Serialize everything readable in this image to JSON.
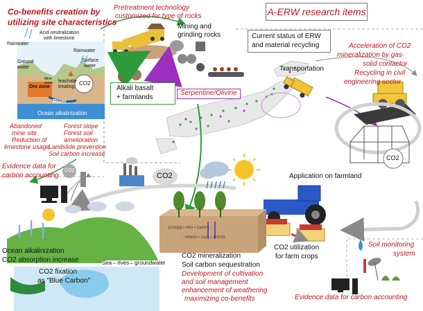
{
  "title": "A-ERW research items",
  "top_left": {
    "heading_line1": "Co-benefits creation by",
    "heading_line2": "utilizing site characteristics",
    "acid_line1": "Acid neutralization",
    "acid_line2": "with limestone",
    "rainwater_left": "Rainwater",
    "rainwater_right": "Rainwater",
    "ground_water_line1": "Ground",
    "ground_water_line2": "water",
    "surface_water_line1": "Surface",
    "surface_water_line2": "water",
    "ore_zone": "Ore zone",
    "mine_water_line1": "Mine",
    "mine_water_line2": "water",
    "leachate_line1": "leachate",
    "leachate_line2": "treating",
    "co2": "CO2",
    "river": "River",
    "ocean": "Ocean alkalinization"
  },
  "abandoned": [
    "Abandoned",
    "mine site",
    "Reduction of",
    "limestone usage"
  ],
  "forest": [
    "Forest slope",
    "Forest soil",
    "amelioration",
    "Landslide prevention",
    "Soil carbon increase"
  ],
  "pretreatment_line1": "Pretreatment technology",
  "pretreatment_line2": "customized for type of rocks",
  "mining_line1": "Mining and",
  "mining_line2": "grinding rocks",
  "current_status_line1": "Current status of ERW",
  "current_status_line2": "and material recycling",
  "alkali_line1": "Alkali basalt",
  "alkali_line2": "+ farmlands",
  "serpentine": "Serpentine/Olivine",
  "transportation": "Transportation",
  "acceleration": [
    "Acceleration of CO2",
    "mineralization by gas-",
    "solid contactor",
    "Recycling in civil",
    "engineering sector"
  ],
  "greenhouse_co2": "CO2",
  "evidence_left_line1": "Evidence data for",
  "evidence_left_line2": "carbon accounting",
  "co2_cloud_left": "CO2",
  "co2_factory": "CO2",
  "application": "Application on farmland",
  "ocean_bottom": [
    "Ocean alkalinization",
    "CO2 absorption increase",
    "CO2 fixation",
    "as \"Blue Carbon\""
  ],
  "sea_rivers": "Sea←rives←groundwater",
  "mineralization_line1": "CO2 mineralization",
  "mineralization_line2": "Soil carbon sequestration",
  "utilization_line1": "CO2 utilization",
  "utilization_line2": "for farm crops",
  "development": [
    "Development of cultivation",
    "and soil management",
    "enhancement of weathering",
    "maximizing co-benefits"
  ],
  "soil_monitoring_line1": "Soil monitoring",
  "soil_monitoring_line2": "system",
  "evidence_right": "Evidence data for carbon accounting",
  "equation_line1": "[CO2(g)] + H2O + CaSiO3 →",
  "equation_line2": "→ H2SiO3 + Ca2+ + 2HCO3-"
}
